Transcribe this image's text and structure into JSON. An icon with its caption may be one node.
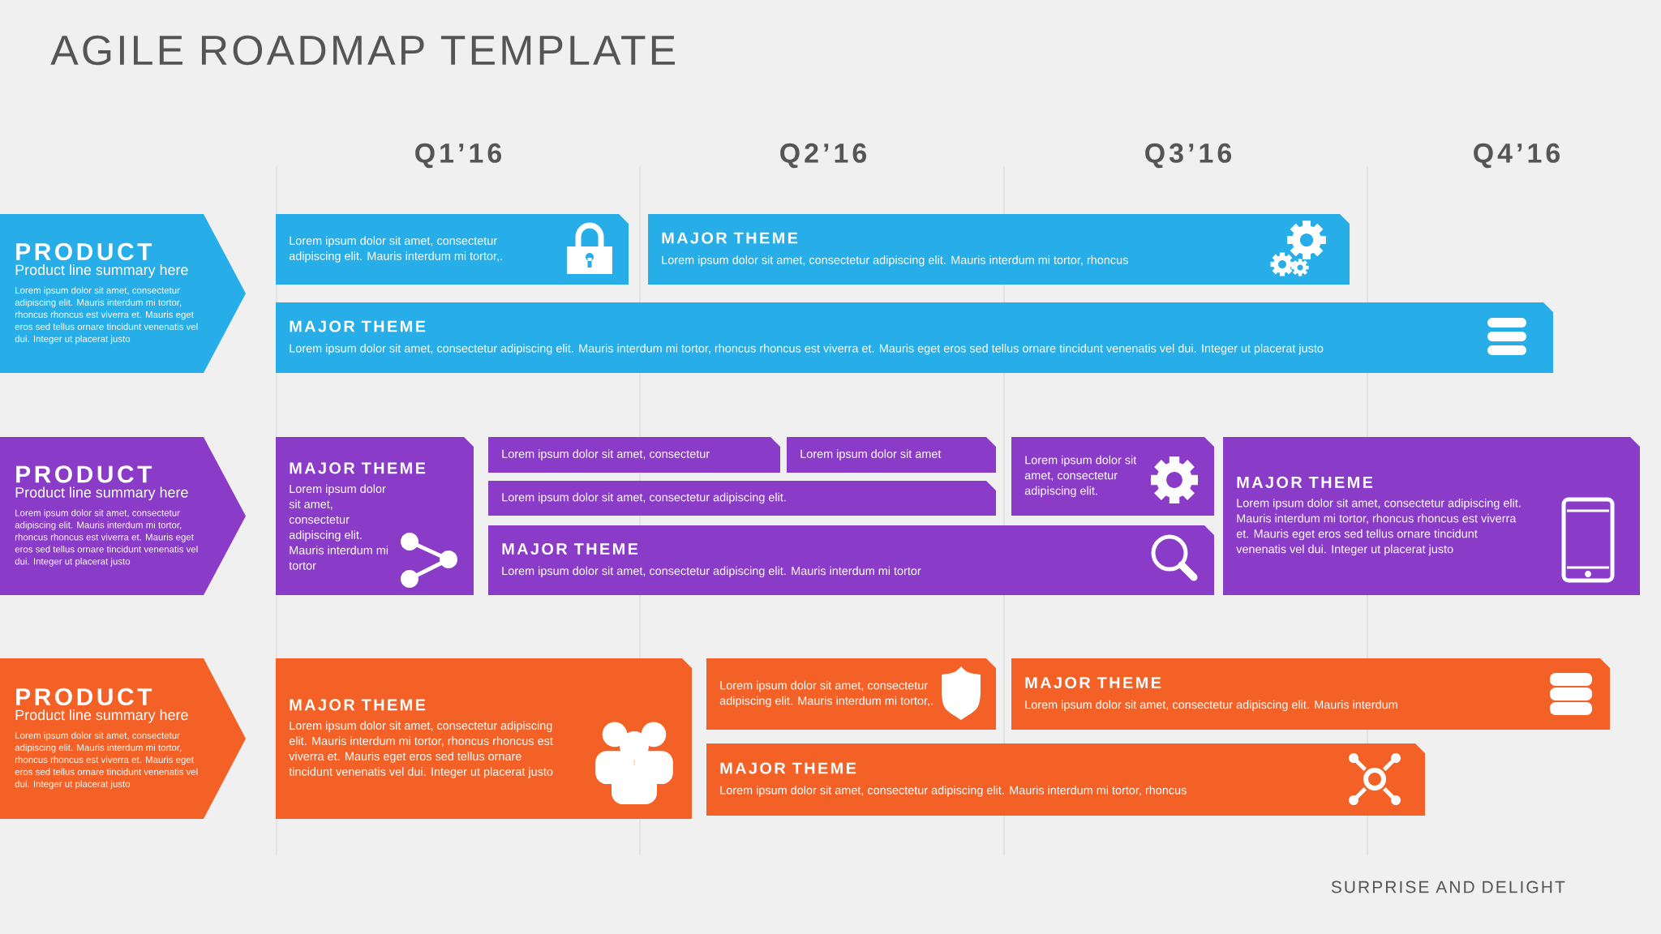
{
  "diagram": {
    "title": "AGILE ROADMAP TEMPLATE",
    "nodes": [
      {
        "text": [
          "PRODUCT",
          "Product line summary here",
          "Lorem ipsum dolor sit amet, consectetur adipiscing elit. Mauris interdum mi tortor, rhoncus rhoncus est viverra et. Mauris eget eros sed tellus ornare tincidunt venenatis vel dui. Integer ut placerat justo"
        ]
      },
      {
        "text": [
          "Lorem ipsum dolor sit amet, consectetur adipiscing elit. Mauris interdum mi tortor,."
        ]
      },
      {
        "text": [
          "MAJOR THEME",
          "Lorem ipsum dolor sit amet, consectetur adipiscing elit. Mauris interdum mi tortor, rhoncus"
        ]
      },
      {
        "text": [
          "MAJOR THEME",
          "Lorem ipsum dolor sit amet, consectetur adipiscing elit. Mauris interdum mi tortor, rhoncus rhoncus est viverra et. Mauris eget eros sed tellus ornare tincidunt venenatis vel dui. Integer ut placerat justo"
        ]
      },
      {
        "text": [
          "PRODUCT",
          "Product line summary here",
          "Lorem ipsum dolor sit amet, consectetur adipiscing elit. Mauris interdum mi tortor, rhoncus rhoncus est viverra et. Mauris eget eros sed tellus ornare tincidunt venenatis vel dui. Integer ut placerat justo"
        ]
      },
      {
        "text": [
          "MAJOR THEME",
          "Lorem ipsum dolor sit amet, consectetur adipiscing elit. Mauris interdum mi tortor"
        ]
      },
      {
        "text": [
          "Lorem ipsum dolor sit amet, consectetur"
        ]
      },
      {
        "text": [
          "Lorem ipsum dolor sit amet"
        ]
      },
      {
        "text": [
          "Lorem ipsum dolor sit amet, consectetur adipiscing elit."
        ]
      },
      {
        "text": [
          "Lorem ipsum dolor sit amet, consectetur adipiscing elit."
        ]
      },
      {
        "text": [
          "MAJOR THEME",
          "Lorem ipsum dolor sit amet, consectetur adipiscing elit. Mauris interdum mi tortor"
        ]
      },
      {
        "text": [
          "MAJOR THEME",
          "Lorem ipsum dolor sit amet, consectetur adipiscing elit. Mauris interdum mi tortor, rhoncus rhoncus est viverra et. Mauris eget eros sed tellus ornare tincidunt venenatis vel dui. Integer ut placerat justo"
        ]
      },
      {
        "text": [
          "PRODUCT",
          "Product line summary here",
          "Lorem ipsum dolor sit amet, consectetur adipiscing elit. Mauris interdum mi tortor, rhoncus rhoncus est viverra et. Mauris eget eros sed tellus ornare tincidunt venenatis vel dui. Integer ut placerat justo"
        ]
      },
      {
        "text": [
          "MAJOR THEME",
          "Lorem ipsum dolor sit amet, consectetur adipiscing elit. Mauris interdum mi tortor, rhoncus rhoncus est viverra et. Mauris eget eros sed tellus ornare tincidunt venenatis vel dui. Integer ut placerat justo"
        ]
      },
      {
        "text": [
          "Lorem ipsum dolor sit amet, consectetur adipiscing elit. Mauris interdum mi tortor,."
        ]
      },
      {
        "text": [
          "MAJOR THEME",
          "Lorem ipsum dolor sit amet, consectetur adipiscing elit. Mauris interdum"
        ]
      },
      {
        "text": [
          "MAJOR THEME",
          "Lorem ipsum dolor sit amet, consectetur adipiscing elit. Mauris interdum mi tortor, rhoncus"
        ]
      }
    ],
    "labels": [
      "Q1’16",
      "Q2’16",
      "Q3’16",
      "Q4’16",
      "SURPRISE AND DELIGHT"
    ]
  }
}
